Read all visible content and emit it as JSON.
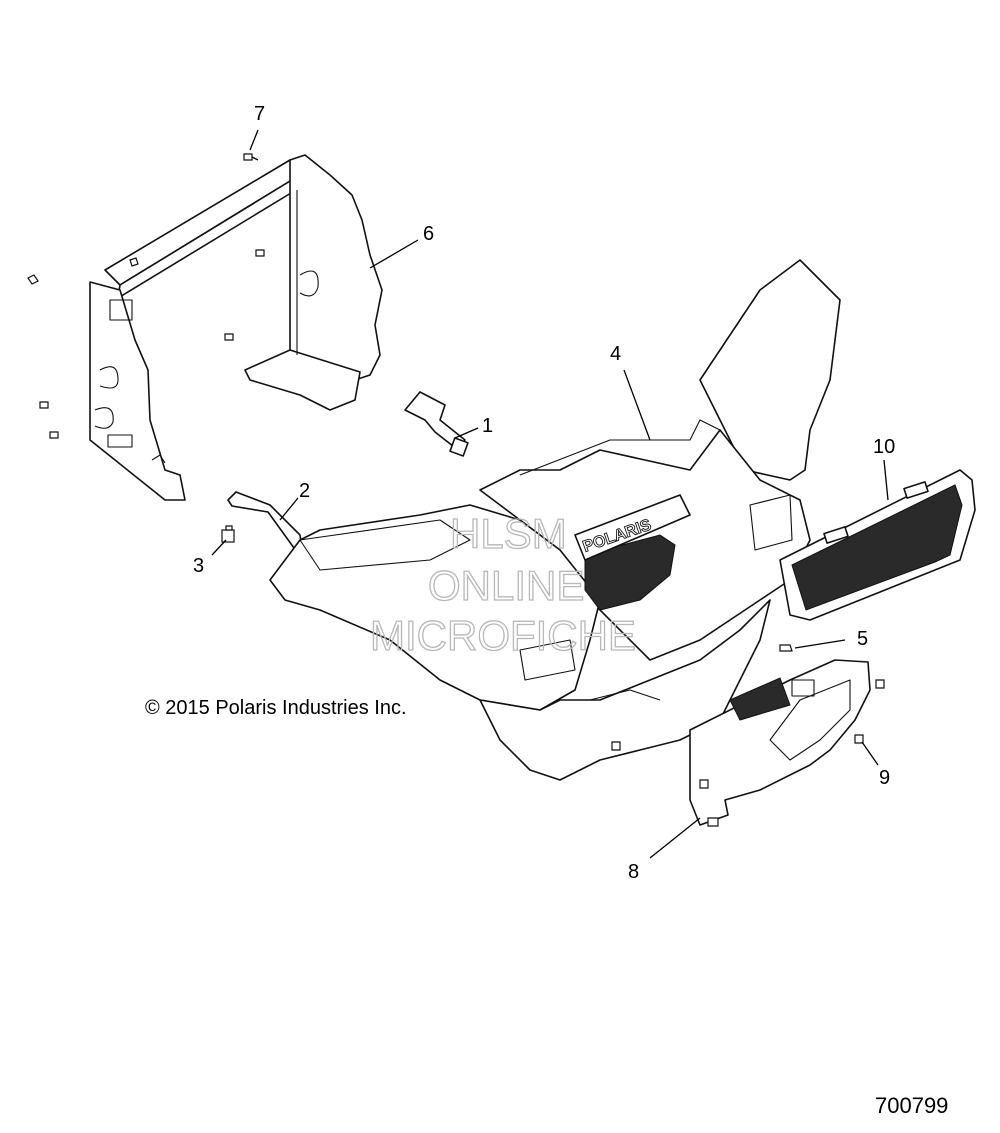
{
  "diagram": {
    "callouts": [
      "1",
      "2",
      "3",
      "4",
      "5",
      "6",
      "7",
      "8",
      "9",
      "10"
    ],
    "copyright": "© 2015 Polaris Industries Inc.",
    "drawing_number": "700799",
    "watermark": [
      "HLSM",
      "ONLINE",
      "MICROFICHE"
    ],
    "logo_text": "POLARIS"
  }
}
